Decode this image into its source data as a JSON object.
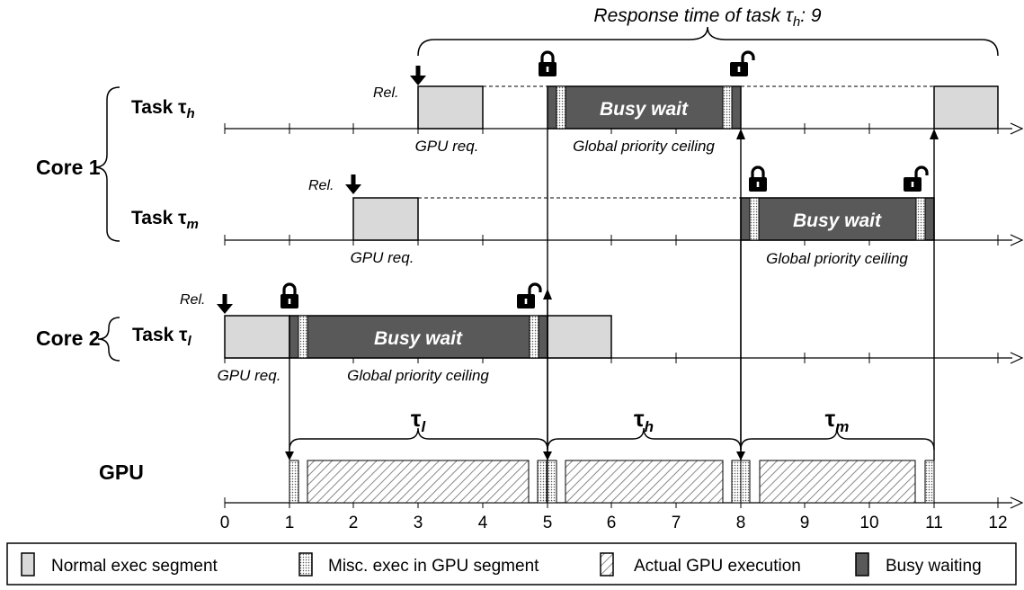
{
  "title": {
    "prefix": "Response time of task τ",
    "sub": "h",
    "suffix": ": 9"
  },
  "cores": [
    {
      "label": "Core 1"
    },
    {
      "label": "Core 2"
    }
  ],
  "tasks": [
    {
      "id": "h",
      "label": "Task τ",
      "sub": "h"
    },
    {
      "id": "m",
      "label": "Task τ",
      "sub": "m"
    },
    {
      "id": "l",
      "label": "Task τ",
      "sub": "l"
    }
  ],
  "gpu_label": "GPU",
  "annotations": {
    "rel": "Rel.",
    "gpu_req": "GPU req.",
    "busy_wait": "Busy wait",
    "global_ceiling": "Global priority ceiling"
  },
  "gpu_groups": [
    {
      "symbol": "τ",
      "sub": "l"
    },
    {
      "symbol": "τ",
      "sub": "h"
    },
    {
      "symbol": "τ",
      "sub": "m"
    }
  ],
  "axis": {
    "ticks": [
      "0",
      "1",
      "2",
      "3",
      "4",
      "5",
      "6",
      "7",
      "8",
      "9",
      "10",
      "11",
      "12"
    ]
  },
  "legend": [
    {
      "label": "Normal exec segment",
      "kind": "normal"
    },
    {
      "label": "Misc. exec in GPU segment",
      "kind": "misc"
    },
    {
      "label": "Actual GPU execution",
      "kind": "gpu"
    },
    {
      "label": "Busy waiting",
      "kind": "busy"
    }
  ],
  "colors": {
    "normal": "#d9d9d9",
    "busy": "#595959",
    "line": "#000000"
  },
  "icons": [
    "down-arrow-icon",
    "lock-icon",
    "unlock-icon"
  ]
}
